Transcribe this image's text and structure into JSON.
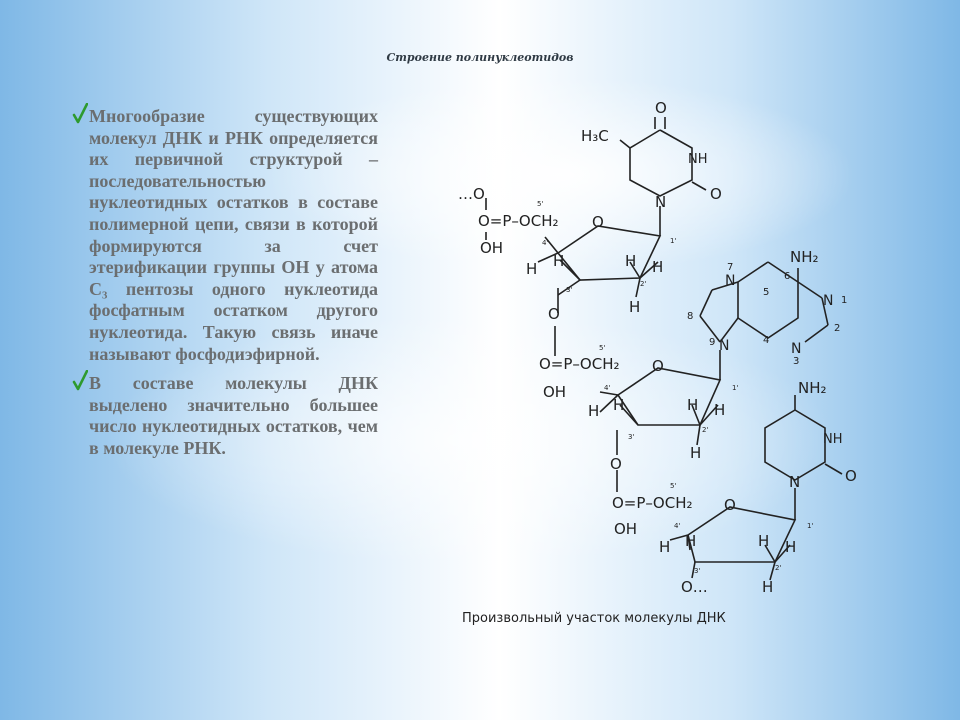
{
  "slide": {
    "title": "Строение полинуклеотидов",
    "paragraphs": [
      "Многообразие существующих молекул ДНК и РНК определяется их первичной структурой – последовательностью нуклеотидных остатков в составе полимерной цепи, связи в которой формируются за счет этерификации группы ОН у атома С₃ пентозы одного нуклеотида фосфатным остатком другого нуклеотида. Такую связь иначе называют фосфодиэфирной.",
      "В составе молекулы ДНК выделено значительно большее число нуклеотидных остатков, чем в молекуле РНК."
    ],
    "caption": "Произвольный участок молекулы ДНК",
    "accent_color": "#2e9a2e"
  },
  "diagram": {
    "labels": {
      "o_top": "O",
      "h3c": "H₃C",
      "nh1": "NH",
      "o_thy": "O",
      "n_thy": "N",
      "o_dots": "…O",
      "phos1": "O=P–OCH₂",
      "oh1": "OH",
      "ring_o1": "O",
      "h_a": "H",
      "h_b": "H",
      "h_c": "H",
      "h_d": "H",
      "h_e": "H",
      "c5_1": "5'",
      "c4_1": "4'",
      "c3_1": "3'",
      "c2_1": "2'",
      "c1_1": "1'",
      "o_link1": "O",
      "nh2_a": "NH₂",
      "n7": "N",
      "n1": "N",
      "n9": "N",
      "n3": "N",
      "num7": "7",
      "num6": "6",
      "num5": "5",
      "num1": "1",
      "num8": "8",
      "num2": "2",
      "num9": "9",
      "num4": "4",
      "num3": "3",
      "phos2": "O=P–OCH₂",
      "oh2": "OH",
      "ring_o2": "O",
      "h_f": "H",
      "h_g": "H",
      "h_h": "H",
      "h_i": "H",
      "h_j": "H",
      "c5_2": "5'",
      "c4_2": "4'",
      "c3_2": "3'",
      "c2_2": "2'",
      "c1_2": "1'",
      "o_link2": "O",
      "nh2_c": "NH₂",
      "nh_c": "NH",
      "o_cyt": "O",
      "n_cyt": "N",
      "phos3": "O=P–OCH₂",
      "oh3": "OH",
      "ring_o3": "O",
      "h_k": "H",
      "h_l": "H",
      "h_m": "H",
      "h_n": "H",
      "h_o": "H",
      "c5_3": "5'",
      "c4_3": "4'",
      "c3_3": "3'",
      "c2_3": "2'",
      "c1_3": "1'",
      "o_end": "O…"
    }
  }
}
